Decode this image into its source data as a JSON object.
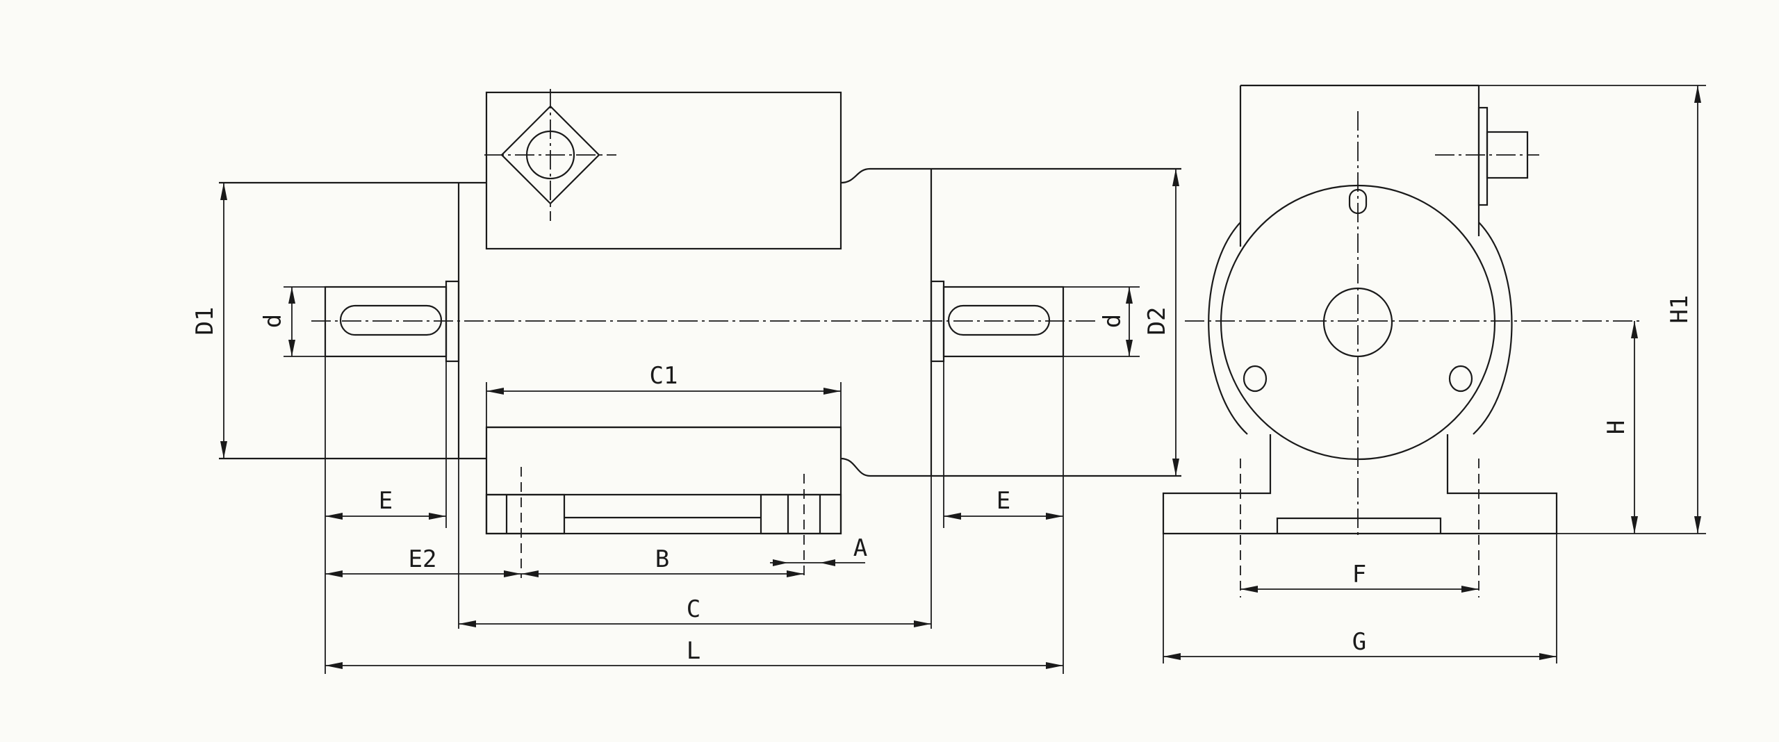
{
  "drawing": {
    "line_color": "#1a1a1a",
    "background": "#fbfbf7",
    "labels": {
      "D1": "D1",
      "d_left": "d",
      "d_right": "d",
      "D2": "D2",
      "C1": "C1",
      "E_left": "E",
      "E_right": "E",
      "A": "A",
      "E2": "E2",
      "B": "B",
      "C": "C",
      "L": "L",
      "H1": "H1",
      "H": "H",
      "F": "F",
      "G": "G"
    }
  }
}
